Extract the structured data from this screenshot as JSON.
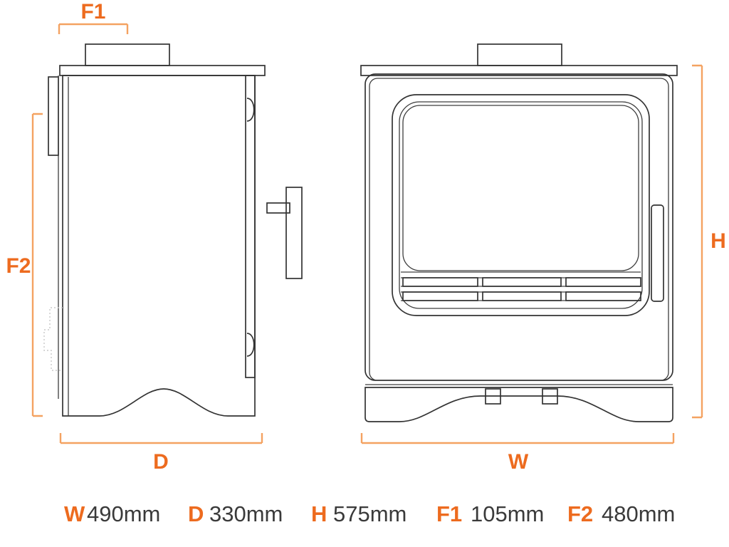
{
  "drawing": {
    "title": "Stove dimension drawing",
    "accent_color": "#ed6b1f",
    "dimline_color": "#f4a261",
    "outline_color": "#333333",
    "hidden_line_color": "#c9c9c9",
    "background_color": "#ffffff"
  },
  "views": [
    {
      "id": "side-view",
      "name": "side-elevation",
      "dimension_labels": [
        "F1",
        "F2",
        "D"
      ]
    },
    {
      "id": "front-view",
      "name": "front-elevation",
      "dimension_labels": [
        "H",
        "W"
      ]
    }
  ],
  "dimensions": {
    "f1": {
      "key": "F1",
      "label": "F1",
      "value": "105mm",
      "view": "side-view",
      "position": "top"
    },
    "f2": {
      "key": "F2",
      "label": "F2",
      "value": "480mm",
      "view": "side-view",
      "position": "left"
    },
    "d": {
      "key": "D",
      "label": "D",
      "value": "330mm",
      "view": "side-view",
      "position": "bottom"
    },
    "h": {
      "key": "H",
      "label": "H",
      "value": "575mm",
      "view": "front-view",
      "position": "right"
    },
    "w": {
      "key": "W",
      "label": "W",
      "value": "490mm",
      "view": "front-view",
      "position": "bottom"
    }
  },
  "spec_row": [
    {
      "key": "W",
      "value": "490mm"
    },
    {
      "key": "D",
      "value": "330mm"
    },
    {
      "key": "H",
      "value": "575mm"
    },
    {
      "key": "F1",
      "value": "105mm"
    },
    {
      "key": "F2",
      "value": "480mm"
    }
  ],
  "components": {
    "flue_collar": "flue-collar",
    "top_plate": "top-plate",
    "body": "stove-body",
    "door": "stove-door",
    "glass": "door-glass",
    "grille": "air-wash-grille",
    "door_handle": "door-handle",
    "hinges": "door-hinges",
    "air_control": "air-control-lever",
    "plinth": "plinth-base",
    "feet": "base-feet",
    "rear_plate": "rear-heat-shield"
  }
}
